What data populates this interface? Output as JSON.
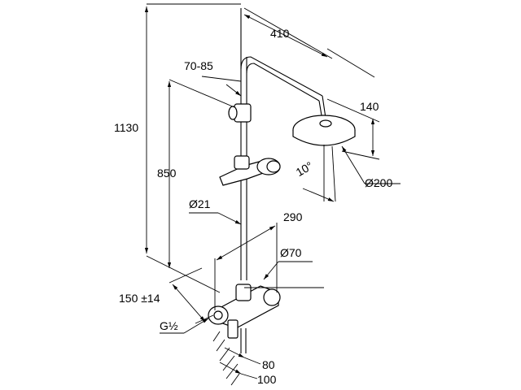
{
  "dimensions": {
    "width_410": "410",
    "height_1130": "1130",
    "range_70_85": "70-85",
    "height_850": "850",
    "head_drop_140": "140",
    "angle_10": "10°",
    "diameter_200": "Ø200",
    "diameter_21": "Ø21",
    "depth_290": "290",
    "diameter_70": "Ø70",
    "spacing_150": "150 ±14",
    "thread_g12": "G½",
    "offset_80": "80",
    "offset_100": "100"
  }
}
